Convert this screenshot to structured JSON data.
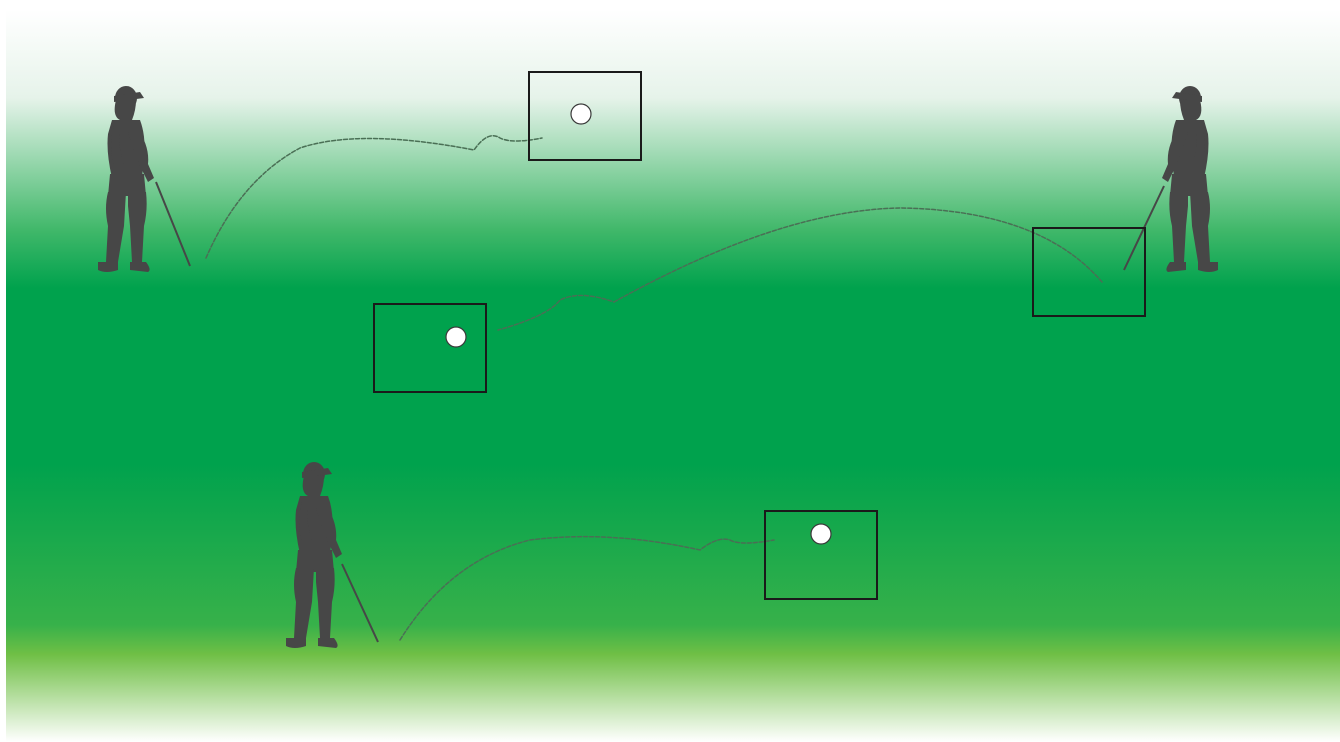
{
  "colors": {
    "background": "#ffffff",
    "turf_light": "#e6f3ea",
    "turf_mid": "#41b86a",
    "turf_deep": "#00a24d",
    "turf_low": "#37b14a",
    "turf_edge": "#6fbf45",
    "silhouette": "#474747",
    "ball_path": "#4a6f55",
    "frame": "#1a1a1a",
    "ball": "#ffffff"
  },
  "scene": {
    "golfers": [
      {
        "name": "golfer-top-left",
        "facing": "right"
      },
      {
        "name": "golfer-top-right",
        "facing": "left"
      },
      {
        "name": "golfer-bottom",
        "facing": "right"
      }
    ],
    "shots": [
      {
        "name": "shot-top",
        "path": "dashed-arc",
        "ball_in_frame": true
      },
      {
        "name": "shot-middle",
        "path": "dashed-arc",
        "ball_in_frame": true
      },
      {
        "name": "shot-bottom",
        "path": "dashed-arc",
        "ball_in_frame": true
      }
    ]
  }
}
